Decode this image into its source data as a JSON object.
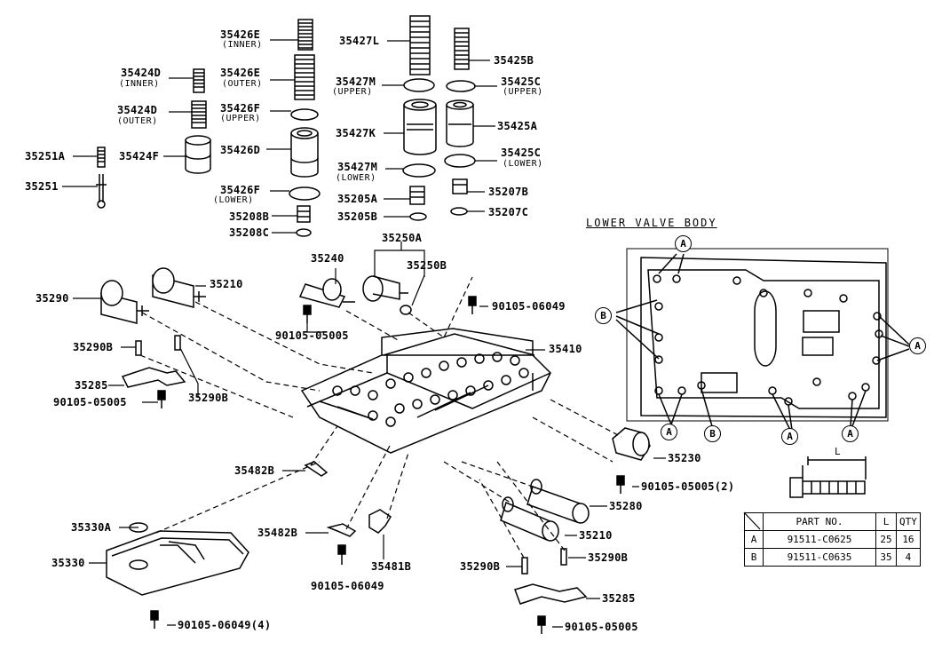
{
  "labels": {
    "p35426E_inner": "35426E",
    "p35426E_inner_note": "(INNER)",
    "p35426E_outer": "35426E",
    "p35426E_outer_note": "(OUTER)",
    "p35426F_upper": "35426F",
    "p35426F_upper_note": "(UPPER)",
    "p35426D": "35426D",
    "p35426F_lower": "35426F",
    "p35426F_lower_note": "(LOWER)",
    "p35208B": "35208B",
    "p35208C": "35208C",
    "p35424D_inner": "35424D",
    "p35424D_inner_note": "(INNER)",
    "p35424D_outer": "35424D",
    "p35424D_outer_note": "(OUTER)",
    "p35424F": "35424F",
    "p35251A": "35251A",
    "p35251": "35251",
    "p35427L": "35427L",
    "p35427M_upper": "35427M",
    "p35427M_upper_note": "(UPPER)",
    "p35427K": "35427K",
    "p35427M_lower": "35427M",
    "p35427M_lower_note": "(LOWER)",
    "p35205A": "35205A",
    "p35205B": "35205B",
    "p35425B": "35425B",
    "p35425C_upper": "35425C",
    "p35425C_upper_note": "(UPPER)",
    "p35425A": "35425A",
    "p35425C_lower": "35425C",
    "p35425C_lower_note": "(LOWER)",
    "p35207B": "35207B",
    "p35207C": "35207C",
    "p35250A": "35250A",
    "p35240": "35240",
    "p35250B": "35250B",
    "p90105_06049_a": "90105-06049",
    "p35290": "35290",
    "p35210_a": "35210",
    "p90105_05005_a": "90105-05005",
    "p35410": "35410",
    "p35290B_a": "35290B",
    "p35285_a": "35285",
    "p90105_05005_b": "90105-05005",
    "p35290B_b": "35290B",
    "p35482B_a": "35482B",
    "p35482B_b": "35482B",
    "p35330A": "35330A",
    "p35330": "35330",
    "p90105_06049_b": "90105-06049",
    "p35481B": "35481B",
    "p90105_06049_4": "90105-06049(4)",
    "p35230": "35230",
    "p90105_05005_2": "90105-05005(2)",
    "p35280": "35280",
    "p35210_b": "35210",
    "p35290B_c": "35290B",
    "p35290B_d": "35290B",
    "p35285_b": "35285",
    "p90105_05005_c": "90105-05005"
  },
  "lower_valve_body": {
    "title": "LOWER VALVE BODY",
    "markers": {
      "a": "A",
      "b": "B"
    },
    "dimension_label": "L"
  },
  "parts_table": {
    "headers": {
      "part_no": "PART NO.",
      "length": "L",
      "qty": "QTY"
    },
    "rows": [
      {
        "key": "A",
        "part_no": "91511-C0625",
        "length": "25",
        "qty": "16"
      },
      {
        "key": "B",
        "part_no": "91511-C0635",
        "length": "35",
        "qty": "4"
      }
    ]
  }
}
